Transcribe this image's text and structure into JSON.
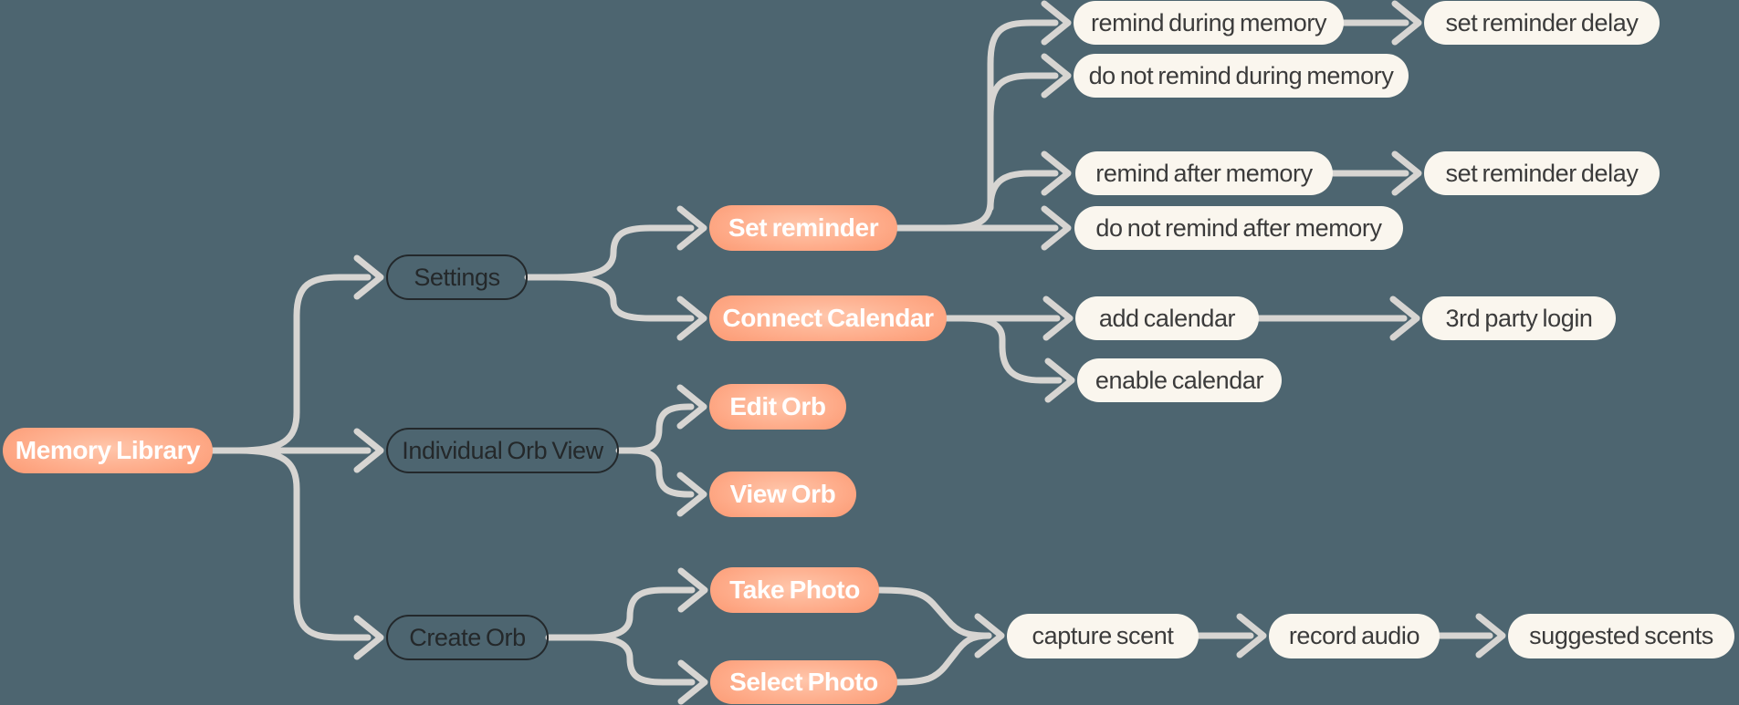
{
  "diagram": {
    "type": "flowchart",
    "background_color": "#4d6570",
    "connector_color": "#d7d5d2",
    "node_styles": {
      "accent": {
        "fill": "#f98f68",
        "fill_light": "#ffc6ab",
        "text_color": "#ffffff"
      },
      "plain": {
        "fill": "#faf6ee",
        "text_color": "#3b3b3b"
      },
      "outline": {
        "border_color": "#23282b",
        "text_color": "#24282a"
      }
    }
  },
  "nodes": {
    "memory_library": {
      "label": "Memory Library",
      "style": "accent"
    },
    "settings": {
      "label": "Settings",
      "style": "outline"
    },
    "individual_orb_view": {
      "label": "Individual Orb View",
      "style": "outline"
    },
    "create_orb": {
      "label": "Create Orb",
      "style": "outline"
    },
    "set_reminder": {
      "label": "Set reminder",
      "style": "accent"
    },
    "connect_calendar": {
      "label": "Connect Calendar",
      "style": "accent"
    },
    "edit_orb": {
      "label": "Edit Orb",
      "style": "accent"
    },
    "view_orb": {
      "label": "View Orb",
      "style": "accent"
    },
    "take_photo": {
      "label": "Take Photo",
      "style": "accent"
    },
    "select_photo": {
      "label": "Select Photo",
      "style": "accent"
    },
    "remind_during_memory": {
      "label": "remind during memory",
      "style": "plain"
    },
    "set_reminder_delay_1": {
      "label": "set reminder delay",
      "style": "plain"
    },
    "do_not_remind_during_memory": {
      "label": "do not remind during memory",
      "style": "plain"
    },
    "remind_after_memory": {
      "label": "remind after memory",
      "style": "plain"
    },
    "set_reminder_delay_2": {
      "label": "set reminder delay",
      "style": "plain"
    },
    "do_not_remind_after_memory": {
      "label": "do not remind after memory",
      "style": "plain"
    },
    "add_calendar": {
      "label": "add calendar",
      "style": "plain"
    },
    "third_party_login": {
      "label": "3rd party login",
      "style": "plain"
    },
    "enable_calendar": {
      "label": "enable calendar",
      "style": "plain"
    },
    "capture_scent": {
      "label": "capture scent",
      "style": "plain"
    },
    "record_audio": {
      "label": "record audio",
      "style": "plain"
    },
    "suggested_scents": {
      "label": "suggested scents",
      "style": "plain"
    }
  },
  "edges": [
    {
      "from": "memory_library",
      "to": "settings"
    },
    {
      "from": "memory_library",
      "to": "individual_orb_view"
    },
    {
      "from": "memory_library",
      "to": "create_orb"
    },
    {
      "from": "settings",
      "to": "set_reminder"
    },
    {
      "from": "settings",
      "to": "connect_calendar"
    },
    {
      "from": "set_reminder",
      "to": "remind_during_memory"
    },
    {
      "from": "set_reminder",
      "to": "do_not_remind_during_memory"
    },
    {
      "from": "set_reminder",
      "to": "remind_after_memory"
    },
    {
      "from": "set_reminder",
      "to": "do_not_remind_after_memory"
    },
    {
      "from": "remind_during_memory",
      "to": "set_reminder_delay_1"
    },
    {
      "from": "remind_after_memory",
      "to": "set_reminder_delay_2"
    },
    {
      "from": "connect_calendar",
      "to": "add_calendar"
    },
    {
      "from": "connect_calendar",
      "to": "enable_calendar"
    },
    {
      "from": "add_calendar",
      "to": "third_party_login"
    },
    {
      "from": "individual_orb_view",
      "to": "edit_orb"
    },
    {
      "from": "individual_orb_view",
      "to": "view_orb"
    },
    {
      "from": "create_orb",
      "to": "take_photo"
    },
    {
      "from": "create_orb",
      "to": "select_photo"
    },
    {
      "from": "take_photo",
      "to": "capture_scent"
    },
    {
      "from": "select_photo",
      "to": "capture_scent"
    },
    {
      "from": "capture_scent",
      "to": "record_audio"
    },
    {
      "from": "record_audio",
      "to": "suggested_scents"
    }
  ]
}
